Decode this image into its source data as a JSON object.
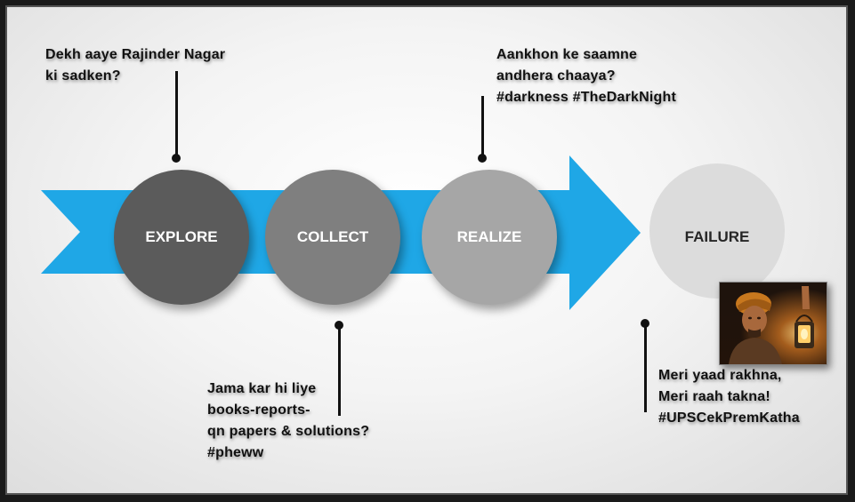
{
  "colors": {
    "arrow": "#1fa7e6",
    "explore": "#5b5b5b",
    "collect": "#7f7f7f",
    "realize": "#a6a6a6",
    "failure": "#dcdcdc"
  },
  "stages": [
    {
      "label": "EXPLORE"
    },
    {
      "label": "COLLECT"
    },
    {
      "label": "REALIZE"
    },
    {
      "label": "FAILURE"
    }
  ],
  "notes": {
    "explore": "Dekh aaye Rajinder Nagar\nki sadken?",
    "collect": "Jama kar hi liye\nbooks-reports-\nqn papers & solutions?\n#pheww",
    "realize": "Aankhon ke saamne\nandhera chaaya?\n#darkness #TheDarkNight",
    "failure": "Meri yaad rakhna,\nMeri raah takna!\n#UPSCekPremKatha"
  },
  "photo_icon": "man-with-lantern-photo"
}
